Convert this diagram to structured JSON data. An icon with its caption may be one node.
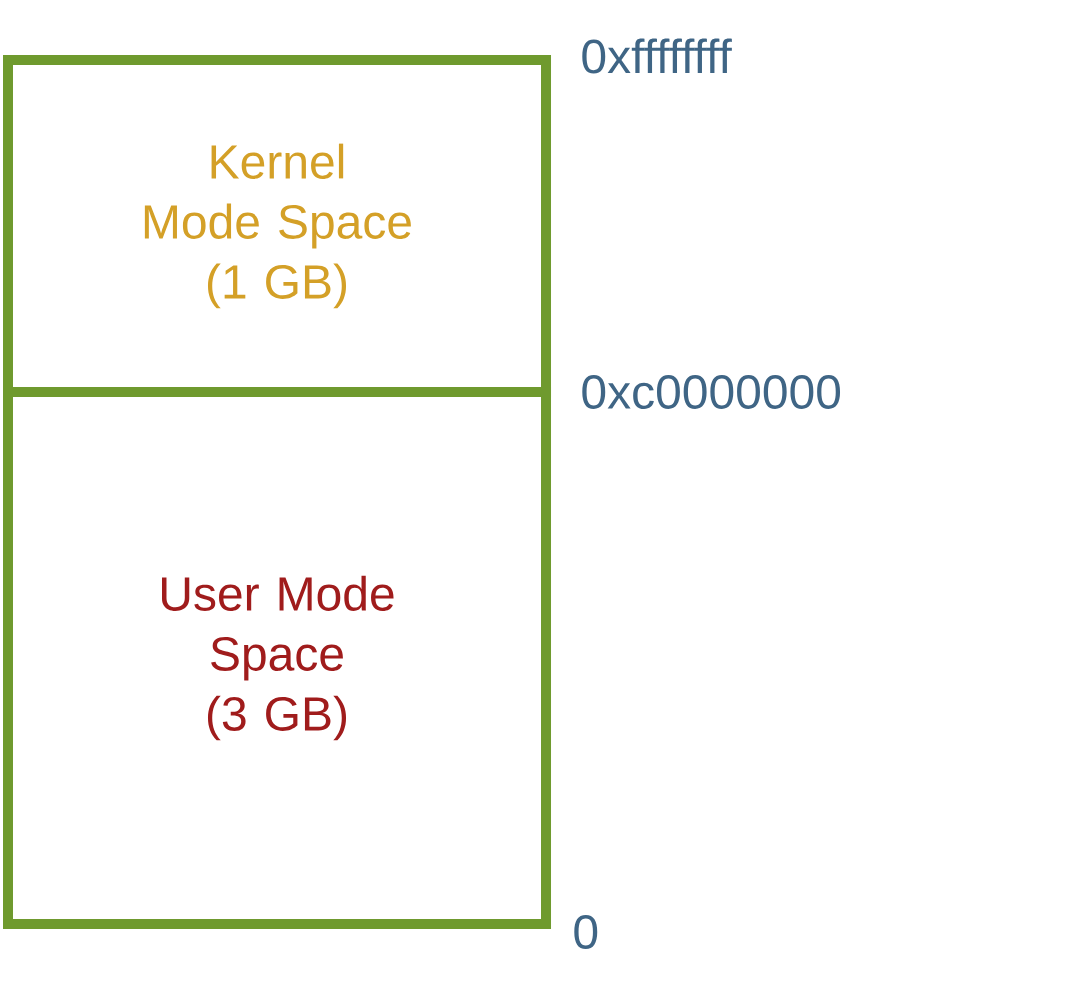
{
  "diagram": {
    "nodes": [
      {
        "text": [
          "Kernel Mode Space (1 GB)"
        ]
      },
      {
        "text": [
          "User Mode Space (3 GB)"
        ]
      }
    ],
    "labels": [
      "0xffffffff",
      "0xc0000000",
      "0"
    ]
  }
}
